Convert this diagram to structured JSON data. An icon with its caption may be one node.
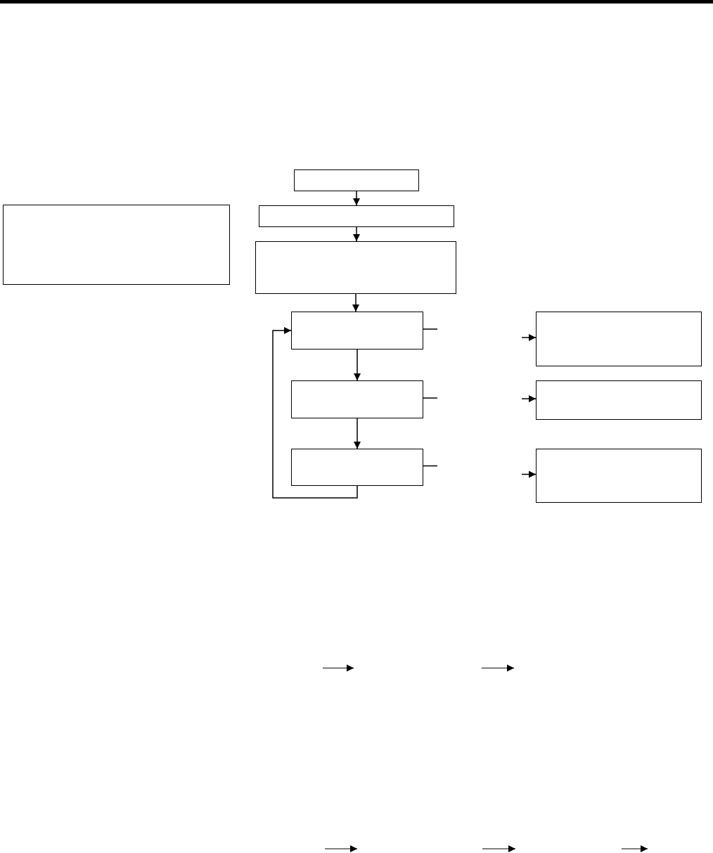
{
  "diagram": {
    "nodes": [
      {
        "text": [],
        "shape": "box"
      },
      {
        "text": [],
        "shape": "box"
      },
      {
        "text": [],
        "shape": "box"
      },
      {
        "text": [],
        "shape": "box"
      },
      {
        "text": [],
        "shape": "box"
      },
      {
        "text": [],
        "shape": "box"
      },
      {
        "text": [],
        "shape": "box"
      },
      {
        "text": [],
        "shape": "box"
      },
      {
        "text": [],
        "shape": "box"
      },
      {
        "text": [],
        "shape": "box"
      }
    ],
    "edges": [
      {
        "from": 0,
        "to": 1,
        "arrow": "to"
      },
      {
        "from": 1,
        "to": 3,
        "arrow": "to"
      },
      {
        "from": 3,
        "to": 4,
        "arrow": "to"
      },
      {
        "from": 4,
        "to": 5,
        "arrow": "to"
      },
      {
        "from": 5,
        "to": 6,
        "arrow": "to"
      },
      {
        "from": 6,
        "to": 4,
        "arrow": "to"
      },
      {
        "from": 4,
        "to": null,
        "arrow": "none"
      },
      {
        "from": null,
        "to": 7,
        "arrow": "to"
      },
      {
        "from": 5,
        "to": null,
        "arrow": "none"
      },
      {
        "from": null,
        "to": 8,
        "arrow": "to"
      },
      {
        "from": 6,
        "to": null,
        "arrow": "none"
      },
      {
        "from": null,
        "to": 9,
        "arrow": "to"
      }
    ]
  }
}
